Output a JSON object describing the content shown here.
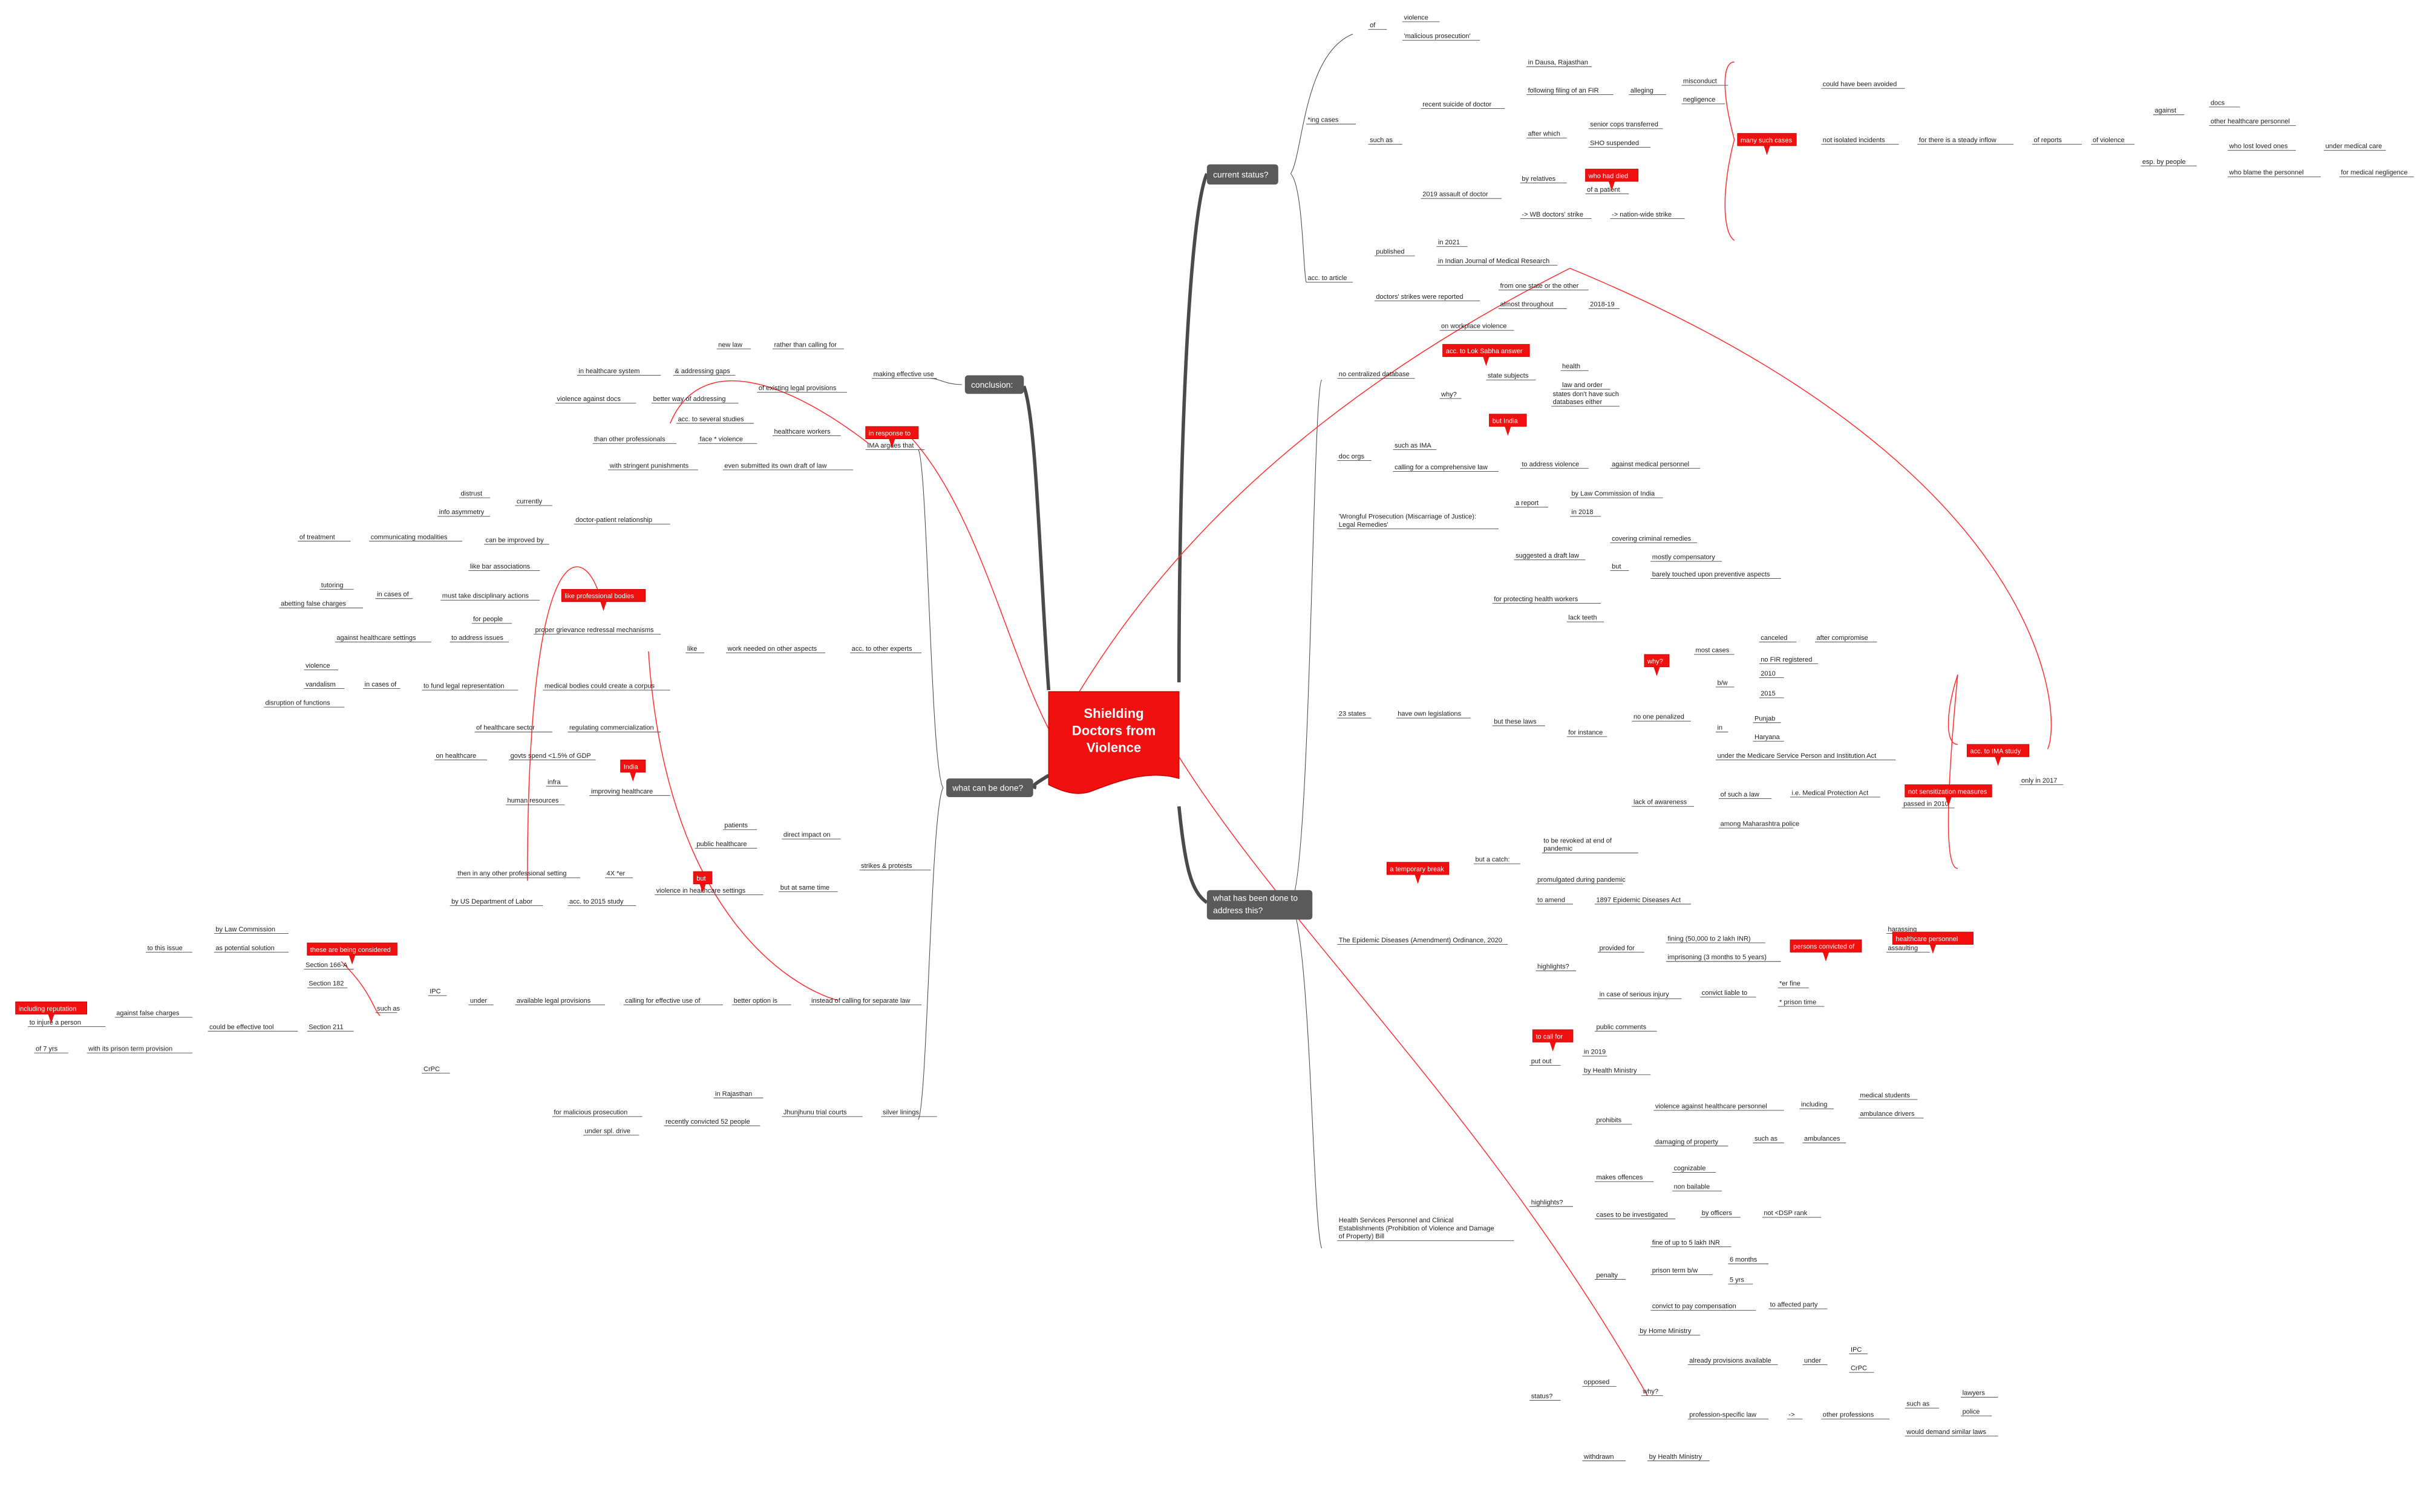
{
  "central": {
    "lines": [
      "Shielding",
      "Doctors from",
      "Violence"
    ]
  },
  "branches": {
    "current": "current status?",
    "what": "what has been done to address this?",
    "done": "what can be done?",
    "conclusion": "conclusion:"
  },
  "callouts": {
    "many": "many such cases",
    "who_died": "who had died",
    "acc_ima": "acc. to Lok Sabha answer",
    "but_india": "but India",
    "ima_study": "acc. to IMA study",
    "not_sensitization": "not sensitization measures",
    "temp": "a temporary break",
    "persons": "persons convicted of",
    "hcp": "healthcare personnel",
    "to_call": "to call for",
    "in_response": "in response to",
    "prof_bodies": "like professional bodies",
    "gdp": "India",
    "but2": "but",
    "these_sections": "these are being considered",
    "incl_rep": "including reputation",
    "why_red": "why?"
  },
  "nodes": {
    "c1": "*ing cases",
    "c2": "of",
    "c3": "violence",
    "c4": "'malicious prosecution'",
    "c5": "such as",
    "c6": "recent suicide of doctor",
    "c7": "in Dausa, Rajasthan",
    "c8": "following filing of an FIR",
    "c9": "alleging",
    "c10": "misconduct",
    "c11": "negligence",
    "c12": "after which",
    "c13": "senior cops transferred",
    "c14": "SHO suspended",
    "c15": "2019 assault of doctor",
    "c16": "by relatives",
    "c17": "of a patient",
    "c18": "-> WB doctors' strike",
    "c19": "-> nation-wide strike",
    "c20": "could have been avoided",
    "c21": "not isolated incidents",
    "c22": "for there is a steady inflow",
    "c23": "of reports",
    "c24": "of violence",
    "c25": "against",
    "c26": "docs",
    "c27": "other healthcare personnel",
    "c28": "esp. by people",
    "c29": "who lost loved ones",
    "c30": "under medical care",
    "c31": "who blame the personnel",
    "c32": "for medical negligence",
    "c33": "acc. to article",
    "c34": "published",
    "c35": "in 2021",
    "c36": "in Indian Journal of Medical Research",
    "c37": "doctors' strikes were reported",
    "c38": "from one state or the other",
    "c39": "almost throughout",
    "c40": "2018-19",
    "w1": "no centralized database",
    "w2": "on workplace violence",
    "w3": "why?",
    "w4": "state subjects",
    "w5": "health",
    "w6": "law and order",
    "w7": "states don't have such databases either",
    "w8": "doc orgs",
    "w9": "such as IMA",
    "w10": "calling for a comprehensive law",
    "w11": "to address violence",
    "w12": "against medical personnel",
    "w13": "'Wrongful Prosecution (Miscarriage of Justice): Legal Remedies'",
    "w14": "a report",
    "w15": "by Law Commission of India",
    "w16": "in 2018",
    "w17": "suggested a draft law",
    "w18": "covering criminal remedies",
    "w19": "but",
    "w20": "mostly compensatory",
    "w21": "barely touched upon preventive aspects",
    "w22": "23 states",
    "w23": "have own legislations",
    "w24": "for protecting health workers",
    "w25": "but these laws",
    "w26": "lack teeth",
    "w27": "most cases",
    "w28": "canceled",
    "w29": "after compromise",
    "w30": "no FIR registered",
    "w31": "for instance",
    "w32": "no one penalized",
    "w33": "b/w",
    "w34": "2010",
    "w35": "2015",
    "w36": "in",
    "w37": "Punjab",
    "w38": "Haryana",
    "w39": "under the Medicare Service Person and Institution Act",
    "w40": "lack of awareness",
    "w41": "of such a law",
    "w42": "i.e. Medical Protection Act",
    "w43": "passed in 2010",
    "w44": "among Maharashtra police",
    "w45": "only in 2017",
    "w46": "but a catch:",
    "w47": "to be revoked at end of pandemic",
    "w48": "The Epidemic Diseases (Amendment) Ordinance, 2020",
    "w49": "promulgated during pandemic",
    "w50": "to amend",
    "w51": "1897 Epidemic Diseases Act",
    "w52": "highlights?",
    "w53": "provided for",
    "w54": "fining (50,000 to 2 lakh INR)",
    "w55": "imprisoning (3 months to 5 years)",
    "w56": "harassing",
    "w57": "assaulting",
    "w58": "in case of serious injury",
    "w59": "convict liable to",
    "w60": "*er fine",
    "w61": "* prison time",
    "w62": "public comments",
    "w63": "put out",
    "w64": "in 2019",
    "w65": "by Health Ministry",
    "w66": "prohibits",
    "w67": "violence against healthcare personnel",
    "w68": "including",
    "w69": "medical students",
    "w70": "ambulance drivers",
    "w71": "damaging of property",
    "w72": "such as",
    "w73": "ambulances",
    "w74": "highlights?",
    "w75": "makes offences",
    "w76": "cognizable",
    "w77": "non bailable",
    "w78": "cases to be investigated",
    "w79": "by officers",
    "w80": "not <DSP rank",
    "w81": "penalty",
    "w82": "fine of up to 5 lakh INR",
    "w83": "prison term b/w",
    "w84": "6 months",
    "w85": "5 yrs",
    "w86": "convict to pay compensation",
    "w87": "to affected party",
    "w88": "Health Services Personnel and Clinical Establishments (Prohibition of Violence and Damage of Property) Bill",
    "w89": "status?",
    "w90": "opposed",
    "w91": "by Home Ministry",
    "w92": "why?",
    "w93": "already provisions available",
    "w94": "under",
    "w95": "IPC",
    "w96": "CrPC",
    "w97": "profession-specific law",
    "w98": "->",
    "w99": "other professions",
    "w100": "such as",
    "w101": "lawyers",
    "w102": "police",
    "w103": "would demand similar laws",
    "w104": "withdrawn",
    "w105": "by Health Ministry",
    "k1": "rather than calling for",
    "k2": "new law",
    "k3": "making effective use",
    "k4": "in healthcare system",
    "k5": "& addressing gaps",
    "k6": "of existing legal provisions",
    "k7": "violence against docs",
    "k8": "better way of addressing",
    "d1": "acc. to several studies",
    "d2": "healthcare workers",
    "d3": "than other professionals",
    "d4": "face * violence",
    "d5": "IMA argues that",
    "d6": "with stringent punishments",
    "d7": "even submitted its own draft of law",
    "d8": "distrust",
    "d9": "currently",
    "d10": "info asymmetry",
    "d11": "doctor-patient relationship",
    "d12": "of treatment",
    "d13": "communicating modalities",
    "d14": "can be improved by",
    "d15": "like bar associations",
    "d16": "tutoring",
    "d17": "in cases of",
    "d18": "abetting false charges",
    "d19": "must take disciplinary actions",
    "d20": "for people",
    "d21": "against healthcare settings",
    "d22": "to address issues",
    "d23": "proper grievance redressal mechanisms",
    "d24": "like",
    "d25": "work needed on other aspects",
    "d26": "acc. to other experts",
    "d27": "violence",
    "d28": "vandalism",
    "d29": "in cases of",
    "d30": "disruption of functions",
    "d31": "to fund legal representation",
    "d32": "medical bodies could create a corpus",
    "d33": "of healthcare sector",
    "d34": "regulating commercialization",
    "d35": "on healthcare",
    "d36": "govts spend <1.5% of GDP",
    "d37": "infra",
    "d38": "human resources",
    "d39": "improving healthcare",
    "d40": "patients",
    "d41": "public healthcare",
    "d42": "direct impact on",
    "d43": "strikes & protests",
    "d44": "but at same time",
    "d45": "then in any other professional setting",
    "d46": "4X *er",
    "d47": "violence in healthcare settings",
    "d48": "by US Department of Labor",
    "d49": "acc. to 2015 study",
    "d50": "by Law Commission",
    "d51": "as potential solution",
    "d52": "to this issue",
    "d53": "Section 166-A",
    "d54": "Section 182",
    "d55": "such as",
    "d56": "IPC",
    "d57": "against false charges",
    "d58": "to injure a person",
    "d59": "could be effective tool",
    "d60": "Section 211",
    "d61": "of 7 yrs",
    "d62": "with its prison term provision",
    "d63": "CrPC",
    "d64": "under",
    "d65": "available legal provisions",
    "d66": "calling for effective use of",
    "d67": "better option is",
    "d68": "instead of calling for separate law",
    "d69": "in Rajasthan",
    "d70": "Jhunjhunu trial courts",
    "d71": "silver linings",
    "d72": "for malicious prosecution",
    "d73": "recently convicted 52 people",
    "d74": "under spl. drive"
  }
}
